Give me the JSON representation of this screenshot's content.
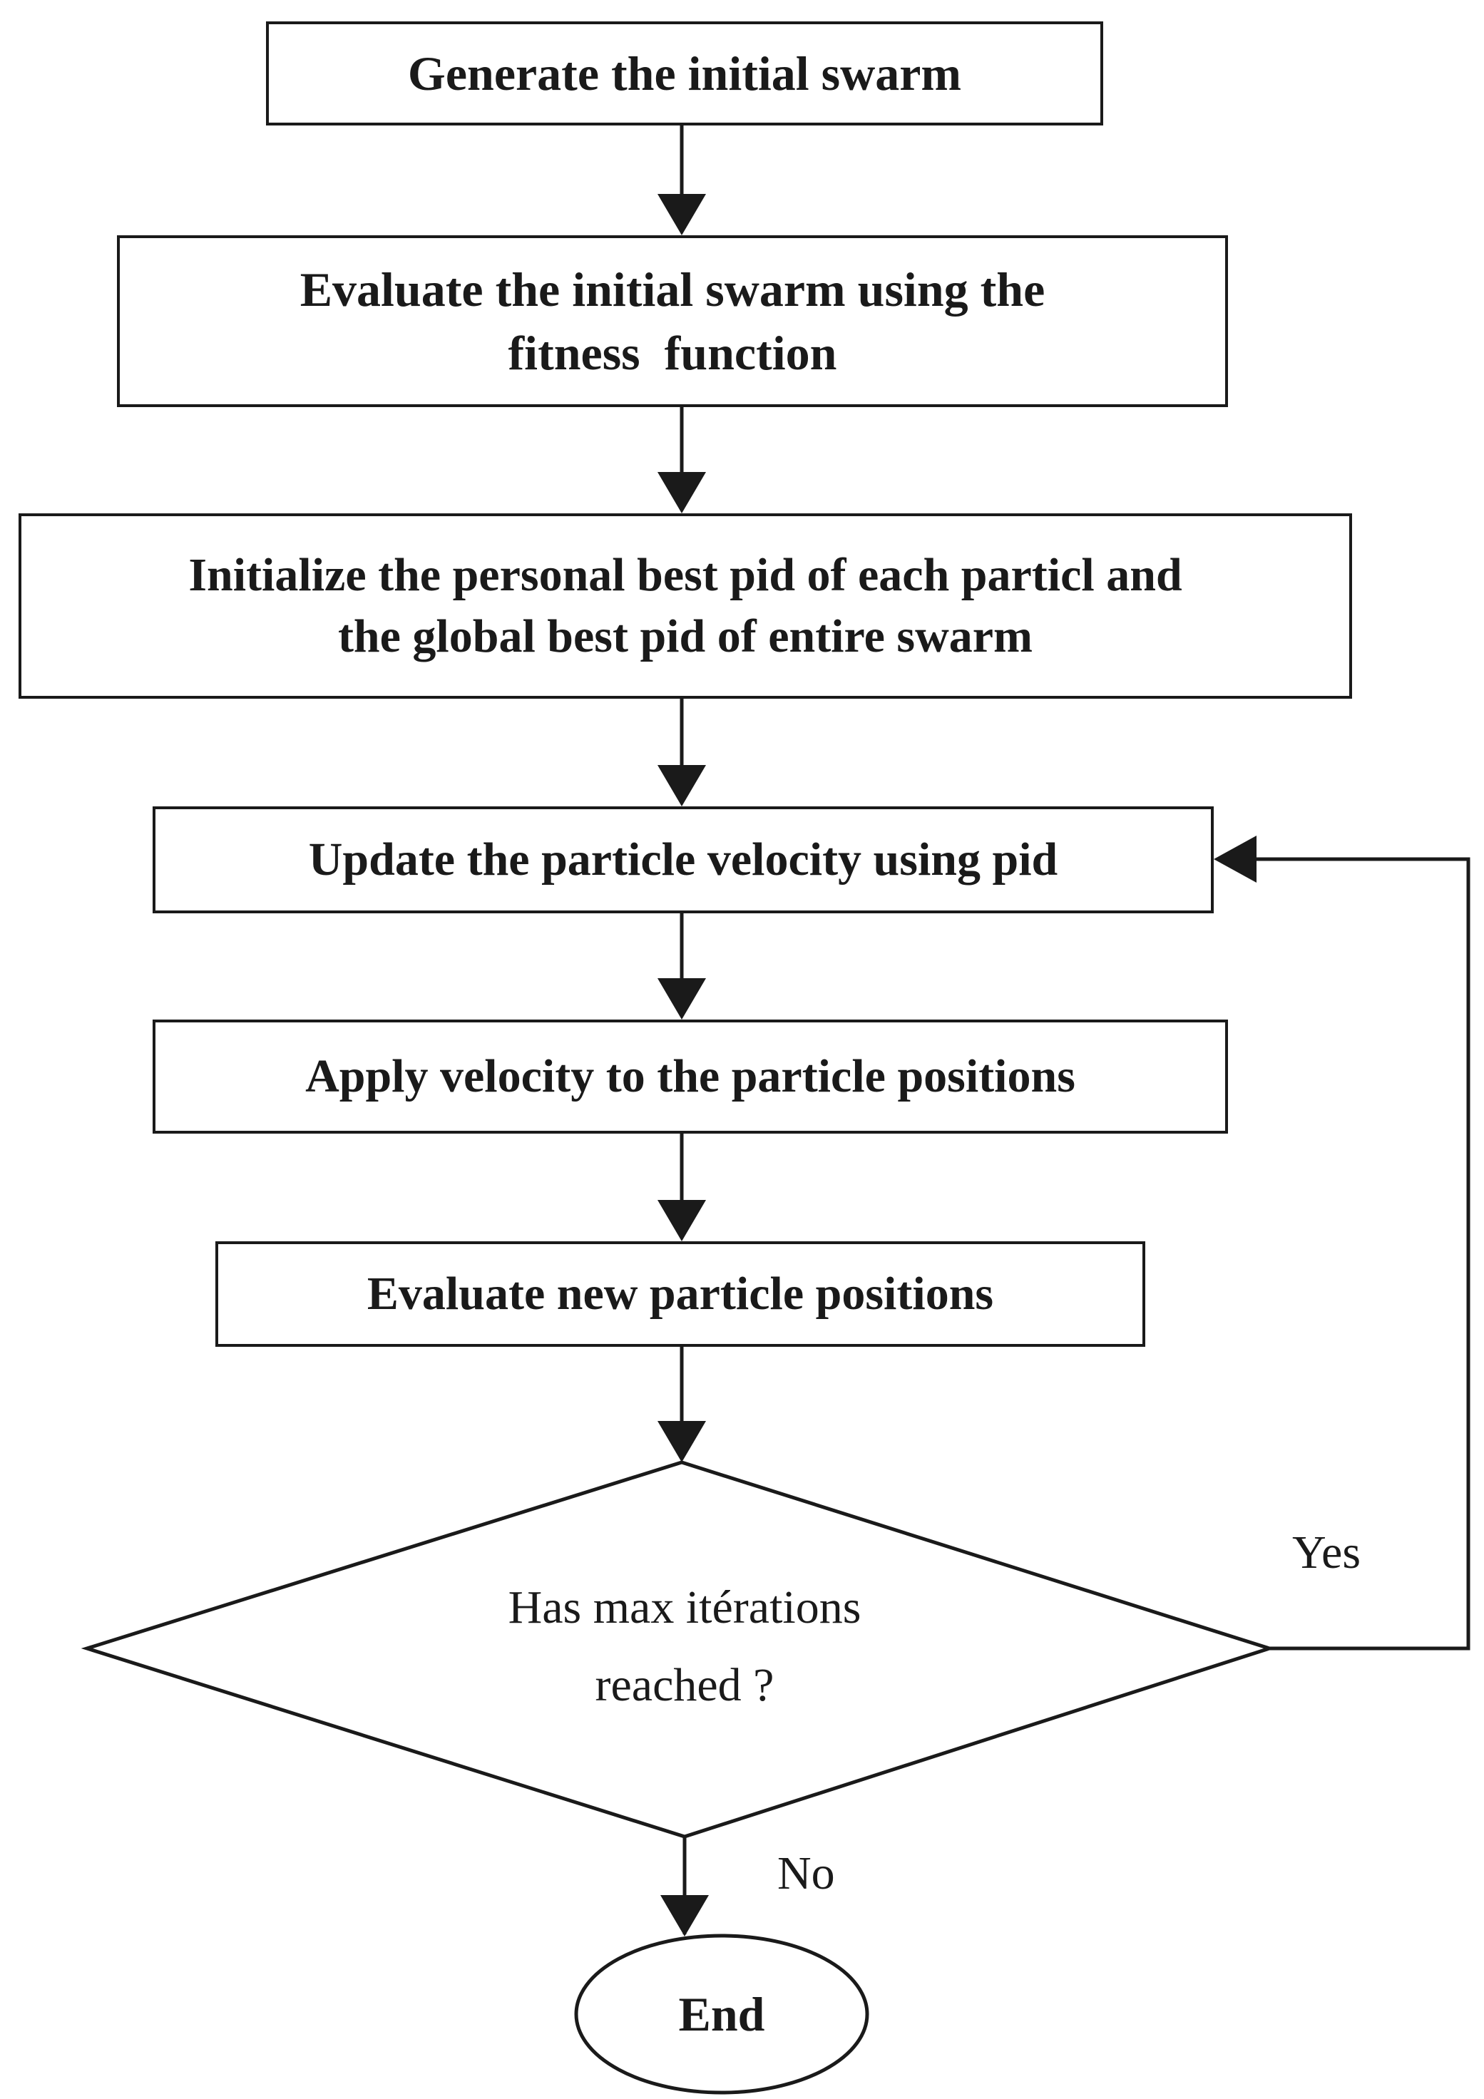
{
  "flowchart": {
    "steps": [
      {
        "id": "generate",
        "lines": [
          "Generate the initial swarm"
        ]
      },
      {
        "id": "evaluate-initial",
        "lines": [
          "Evaluate the initial swarm using the",
          "fitness  function"
        ]
      },
      {
        "id": "initialize-best",
        "lines": [
          "Initialize the personal best pid of each particl and",
          "the global best pid of entire swarm"
        ]
      },
      {
        "id": "update-velocity",
        "lines": [
          "Update the particle velocity using pid"
        ]
      },
      {
        "id": "apply-velocity",
        "lines": [
          "Apply velocity to the particle positions"
        ]
      },
      {
        "id": "evaluate-new",
        "lines": [
          "Evaluate new particle positions"
        ]
      }
    ],
    "decision": {
      "lines": [
        "Has max itérations",
        "reached ?"
      ]
    },
    "terminal": {
      "label": "End"
    },
    "edges": {
      "yes_label": "Yes",
      "no_label": "No"
    }
  },
  "colors": {
    "stroke": "#1a1a1a",
    "background": "#ffffff"
  }
}
